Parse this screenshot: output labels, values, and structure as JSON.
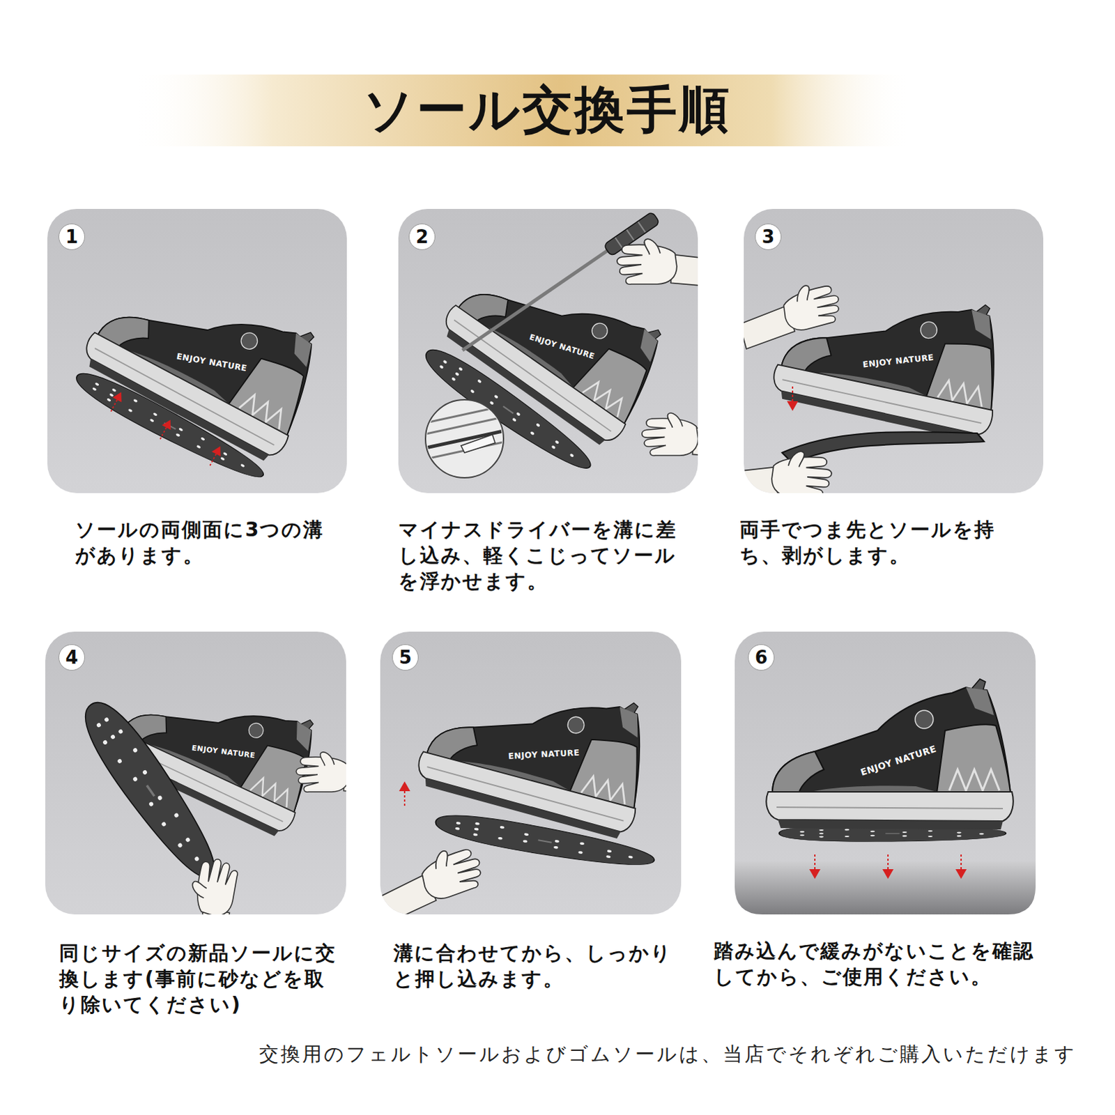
{
  "diagram": {
    "title": "ソール交換手順",
    "nodes": [
      {
        "text": [
          "ソールの両側面に3つの溝 があります。"
        ]
      },
      {
        "text": [
          "1"
        ],
        "in": 0
      },
      {
        "text": [
          "マイナスドライバーを溝に差 し込み、軽くこじってソール を浮かせます。"
        ]
      },
      {
        "text": [
          "2"
        ],
        "in": 2
      },
      {
        "text": [
          "両手でつま先とソールを持 ち、剥がします。"
        ]
      },
      {
        "text": [
          "3"
        ],
        "in": 4
      },
      {
        "text": [
          "同じサイズの新品ソールに交 換します(事前に砂などを取 り除いてください)"
        ]
      },
      {
        "text": [
          "4"
        ],
        "in": 6
      },
      {
        "text": [
          "溝に合わせてから、しっかり と押し込みます。"
        ]
      },
      {
        "text": [
          "5"
        ],
        "in": 8
      },
      {
        "text": [
          "踏み込んで緩みがないことを確認 してから、ご使用ください。"
        ]
      },
      {
        "text": [
          "6"
        ],
        "in": 10
      }
    ],
    "labels": [
      "ENJOY NATURE",
      "ENJOY NATURE",
      "ENJOY NATURE",
      "ENJOY NATURE",
      "ENJOY NATURE",
      "ENJOY NATURE",
      "交換用のフェルトソールおよびゴムソールは、当店でそれぞれご購入いただけます"
    ]
  }
}
